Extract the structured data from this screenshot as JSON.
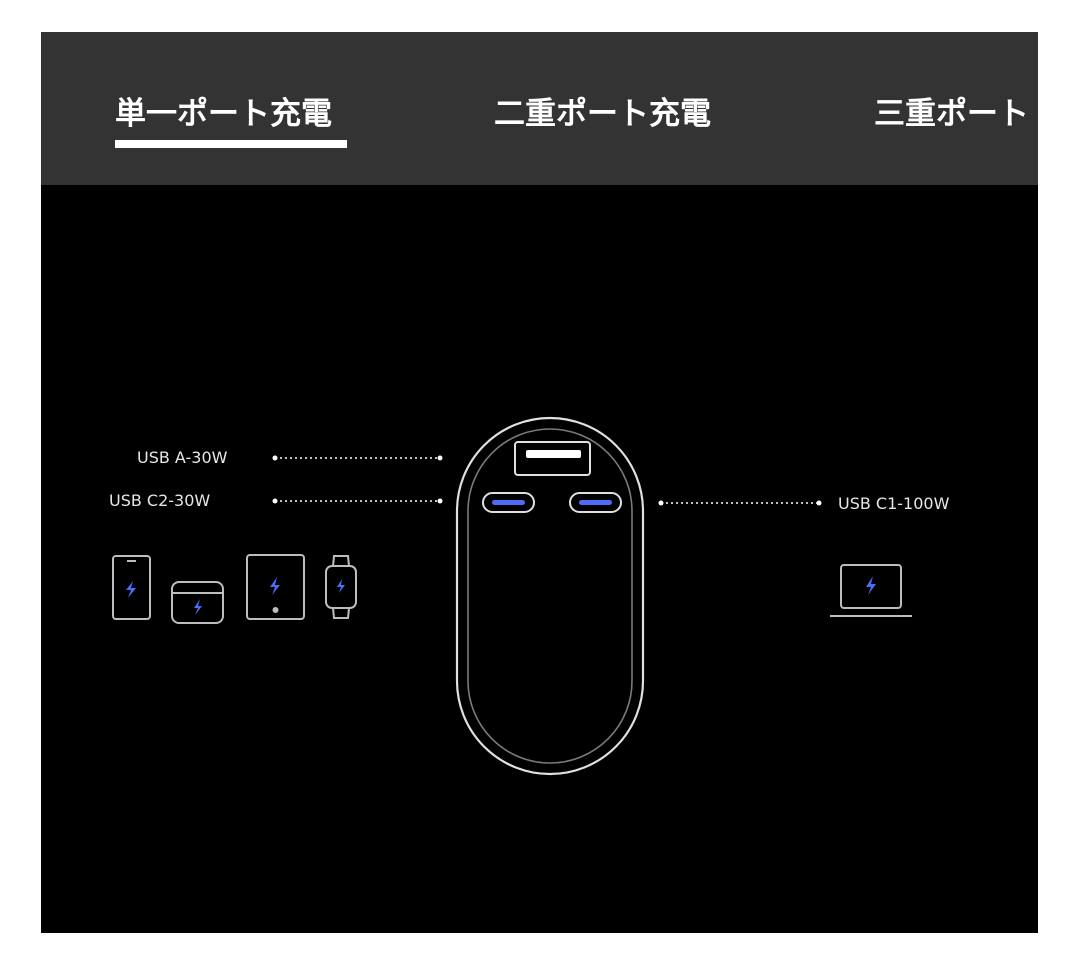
{
  "tabs": [
    {
      "label": "単一ポート充電",
      "active": true
    },
    {
      "label": "二重ポート充電",
      "active": false
    },
    {
      "label": "三重ポート",
      "active": false
    }
  ],
  "diagram": {
    "ports": {
      "usb_a": {
        "label": "USB A-30W"
      },
      "usb_c2": {
        "label": "USB C2-30W"
      },
      "usb_c1": {
        "label": "USB C1-100W"
      }
    },
    "left_devices": [
      "phone-icon",
      "earbuds-case-icon",
      "tablet-icon",
      "watch-icon"
    ],
    "right_devices": [
      "laptop-icon"
    ]
  },
  "colors": {
    "tabbar_bg": "#333333",
    "stage_bg": "#000000",
    "accent_blue": "#4a6cf7",
    "outline": "#d9d9d9"
  }
}
